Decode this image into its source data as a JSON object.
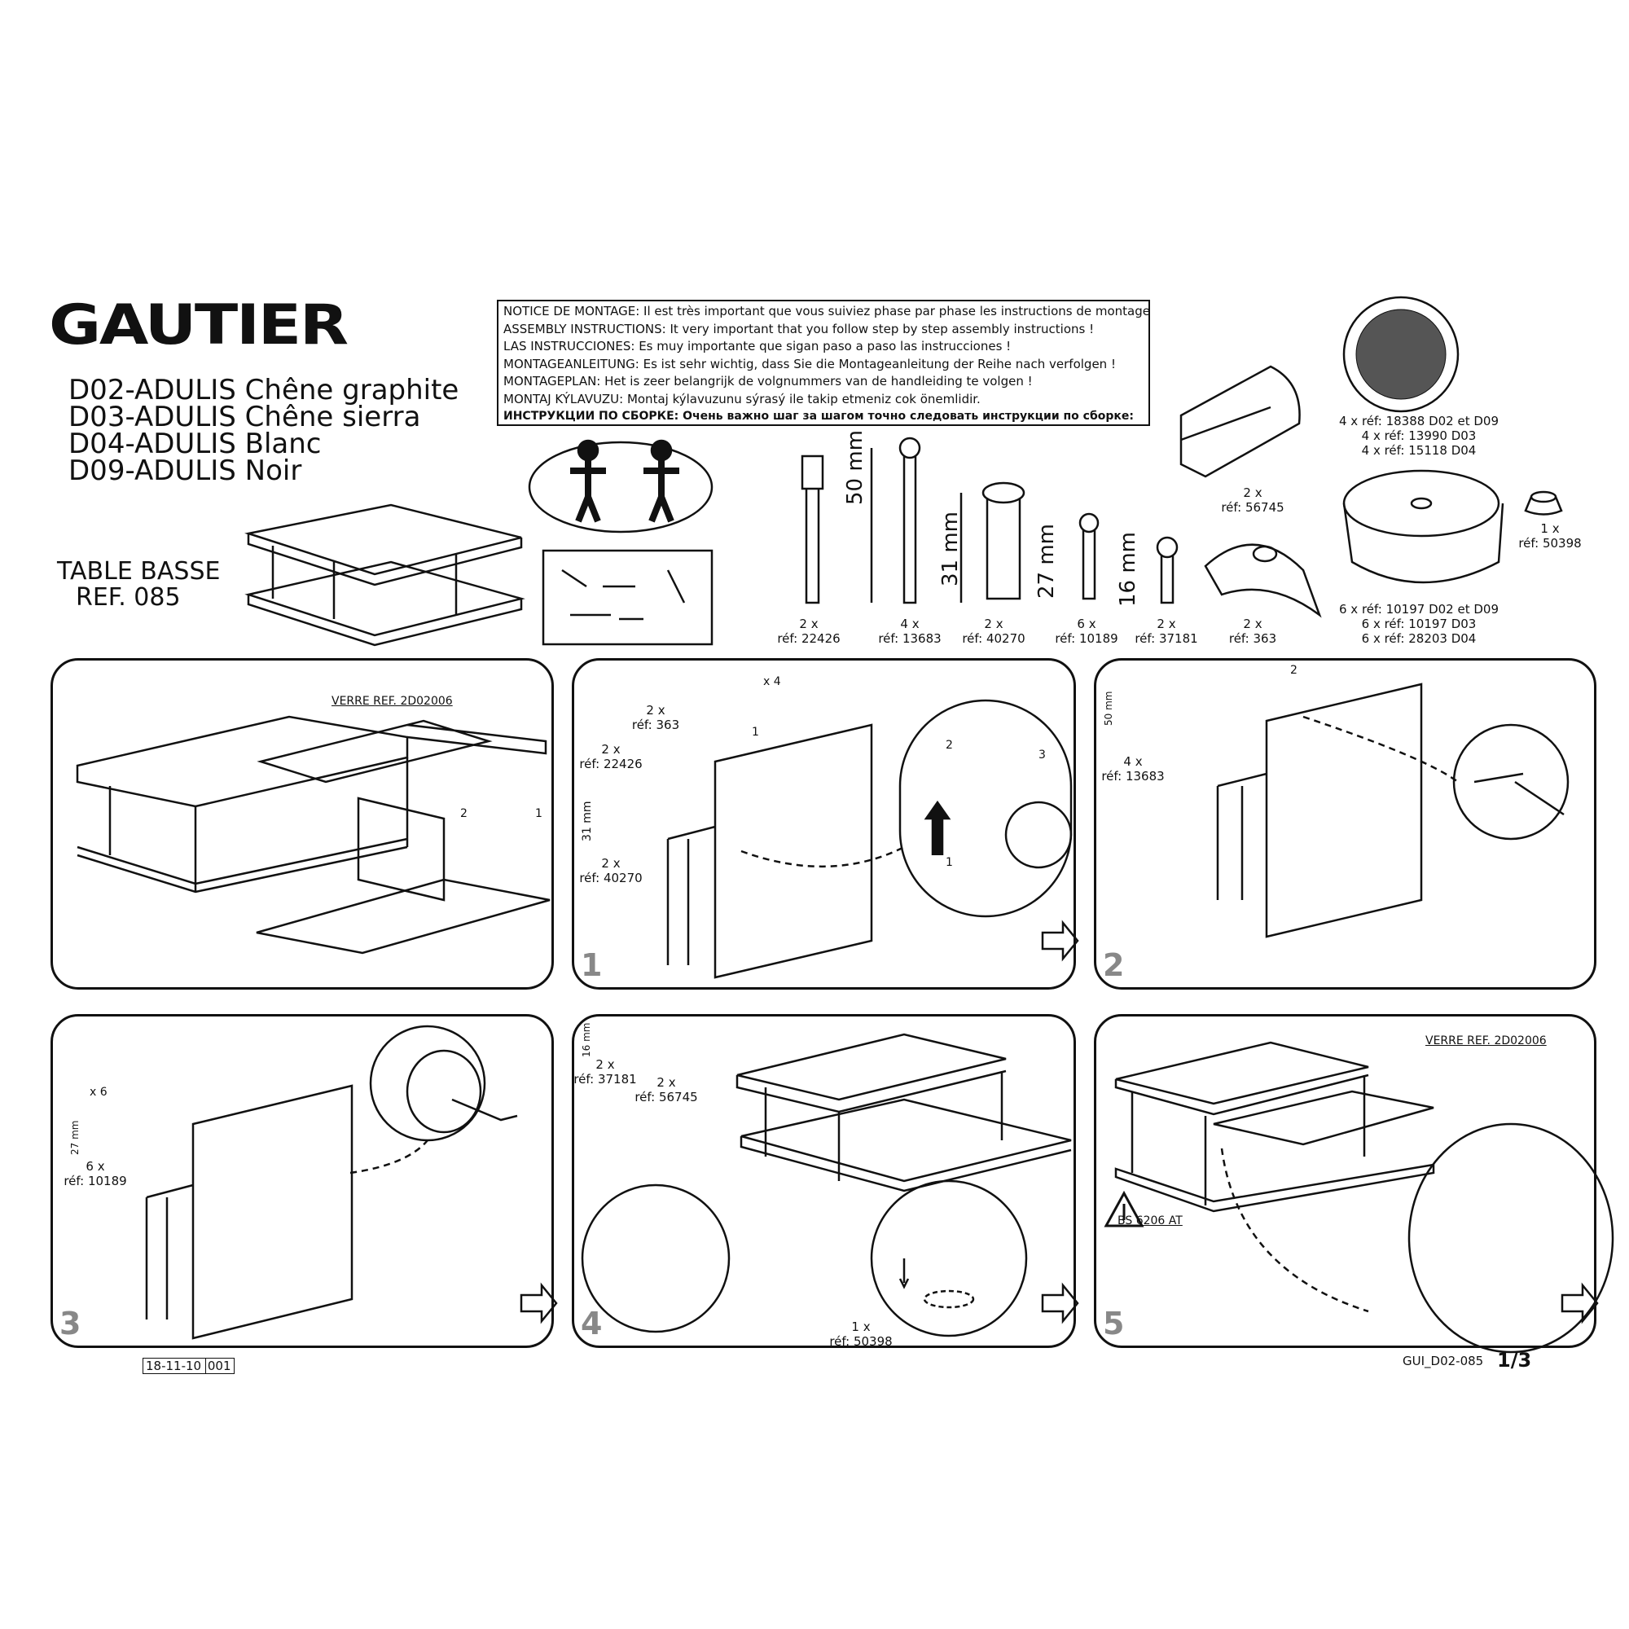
{
  "brand": "GAUTIER",
  "products": [
    "D02-ADULIS Chêne graphite",
    "D03-ADULIS Chêne sierra",
    "D04-ADULIS Blanc",
    "D09-ADULIS Noir"
  ],
  "product_type": "TABLE BASSE",
  "reference": "REF. 085",
  "notice": [
    "NOTICE DE MONTAGE: Il est très important que vous suiviez phase par phase les instructions de montage !",
    "ASSEMBLY INSTRUCTIONS: It very important that you follow step by step assembly instructions !",
    "LAS INSTRUCCIONES: Es muy importante que sigan paso a paso las instrucciones !",
    "MONTAGEANLEITUNG: Es ist sehr wichtig, dass Sie die Montageanleitung der Reihe nach verfolgen !",
    "MONTAGEPLAN: Het is zeer belangrijk de volgnummers van de handleiding te volgen !",
    "MONTAJ KÝLAVUZU: Montaj kýlavuzunu sýrasý ile takip etmeniz cok önemlidir.",
    "ИНСТРУКЦИИ ПО СБОРКЕ: Очень важно шаг за шагом точно следовать инструкции по сборке:"
  ],
  "hardware": [
    {
      "qty": "2 x",
      "ref": "réf: 22426"
    },
    {
      "qty": "4 x",
      "ref": "réf: 13683",
      "size": "50 mm"
    },
    {
      "qty": "2 x",
      "ref": "réf: 40270",
      "size": "31 mm"
    },
    {
      "qty": "6 x",
      "ref": "réf: 10189",
      "size": "27 mm"
    },
    {
      "qty": "2 x",
      "ref": "réf: 37181",
      "size": "16 mm"
    },
    {
      "qty": "2 x",
      "ref": "réf: 363"
    },
    {
      "qty": "2 x",
      "ref": "réf: 56745"
    },
    {
      "qty": "1 x",
      "ref": "réf: 50398"
    }
  ],
  "caps": [
    "4 x réf: 18388 D02 et D09",
    "4 x réf: 13990 D03",
    "4 x réf: 15118 D04"
  ],
  "feet": [
    "6 x réf: 10197 D02 et D09",
    "6 x réf: 10197 D03",
    "6 x réf: 28203 D04"
  ],
  "panels": {
    "overview": {
      "glass": "VERRE REF. 2D02006",
      "part2": "2",
      "part1": "1"
    },
    "step1": {
      "num": "1",
      "screw_qty": "2 x",
      "screw_ref": "réf: 22426",
      "cam_size": "31 mm",
      "cam_qty": "2 x",
      "cam_ref": "réf: 40270",
      "bracket_qty": "2 x",
      "bracket_ref": "réf: 363",
      "cap_qty": "x 4",
      "part": "1",
      "d1": "1",
      "d2": "2",
      "d3": "3"
    },
    "step2": {
      "num": "2",
      "size": "50 mm",
      "qty": "4 x",
      "ref": "réf: 13683",
      "part": "2"
    },
    "step3": {
      "num": "3",
      "foot_qty": "x 6",
      "size": "27 mm",
      "qty": "6 x",
      "ref": "réf: 10189"
    },
    "step4": {
      "num": "4",
      "size": "16 mm",
      "screw_qty": "2 x",
      "screw_ref": "réf: 37181",
      "clip_qty": "2 x",
      "clip_ref": "réf: 56745",
      "pad_qty": "1 x",
      "pad_ref": "réf: 50398"
    },
    "step5": {
      "num": "5",
      "glass": "VERRE REF. 2D02006",
      "standard": "BS 6206 AT"
    }
  },
  "footer": {
    "date": "18-11-10",
    "code": "001",
    "doc": "GUI_D02-085",
    "page": "1/3"
  }
}
